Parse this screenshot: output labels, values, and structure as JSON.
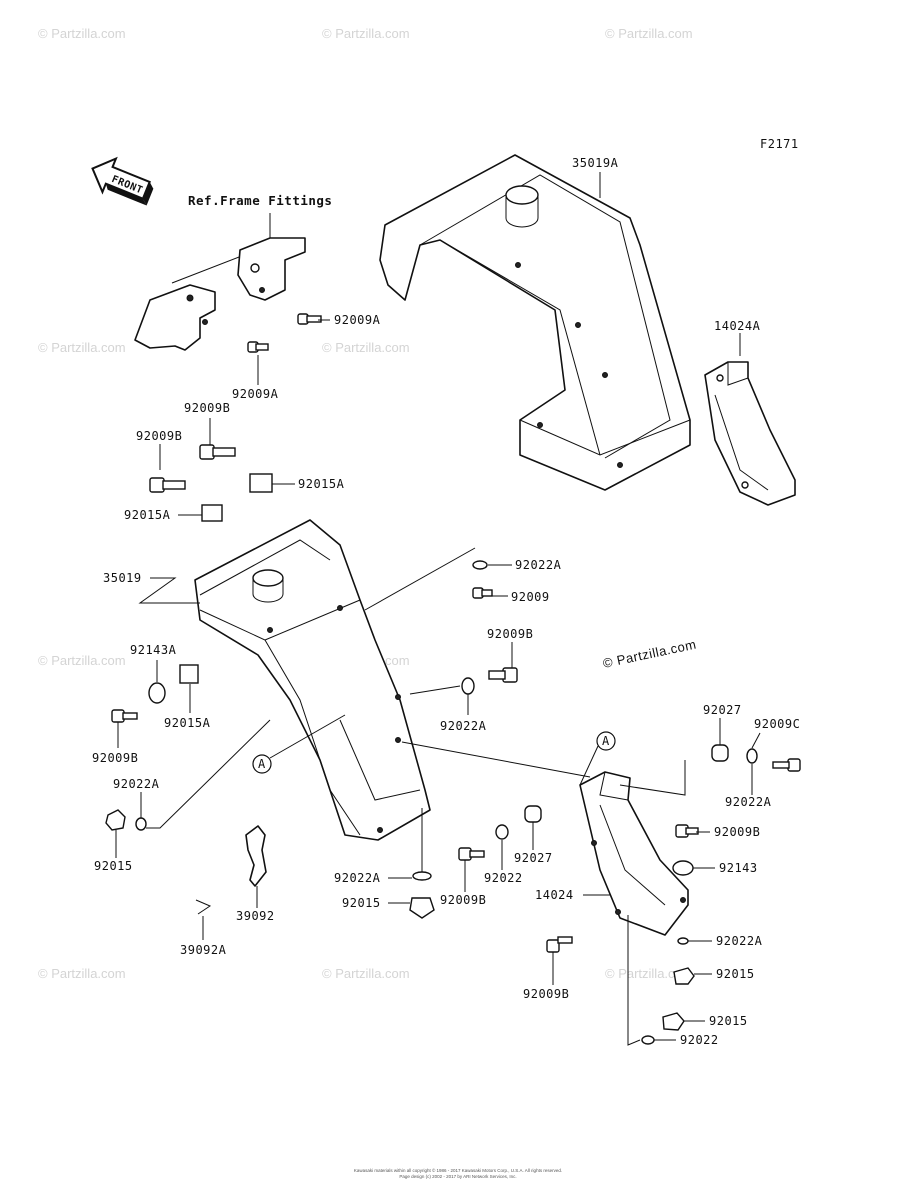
{
  "diagram": {
    "figure_code": "F2171",
    "front_arrow_label": "FRONT",
    "ref_note": "Ref.Frame Fittings",
    "watermark_brand": "© Partzilla.com",
    "watermark_short": "© Partzilla.com",
    "copyright_line1": "Kawasaki materials within all copyright © 1986 - 2017 Kawasaki Motors Corp., U.S.A. All rights reserved.",
    "copyright_line2": "Page design (c) 2002 - 2017 by ARI Network Services, Inc.",
    "callout_a": "A",
    "part_numbers": {
      "p35019A": "35019A",
      "p14024A": "14024A",
      "p92009A_1": "92009A",
      "p92009A_2": "92009A",
      "p92009B_1": "92009B",
      "p92009B_2": "92009B",
      "p92015A_1": "92015A",
      "p92015A_2": "92015A",
      "p35019": "35019",
      "p92022A_1": "92022A",
      "p92009": "92009",
      "p92009B_3": "92009B",
      "p92143A": "92143A",
      "p92015A_3": "92015A",
      "p92022A_2": "92022A",
      "p92009B_4": "92009B",
      "p92022A_3": "92022A",
      "p92015_1": "92015",
      "p39092": "39092",
      "p39092A": "39092A",
      "p92022A_4": "92022A",
      "p92015_2": "92015",
      "p92009B_5": "92009B",
      "p92022": "92022",
      "p92027_1": "92027",
      "p92027_2": "92027",
      "p92009C": "92009C",
      "p92022A_5": "92022A",
      "p92009B_6": "92009B",
      "p92143": "92143",
      "p14024": "14024",
      "p92022A_6": "92022A",
      "p92015_3": "92015",
      "p92009B_7": "92009B",
      "p92015_4": "92015",
      "p92022_2": "92022"
    }
  }
}
